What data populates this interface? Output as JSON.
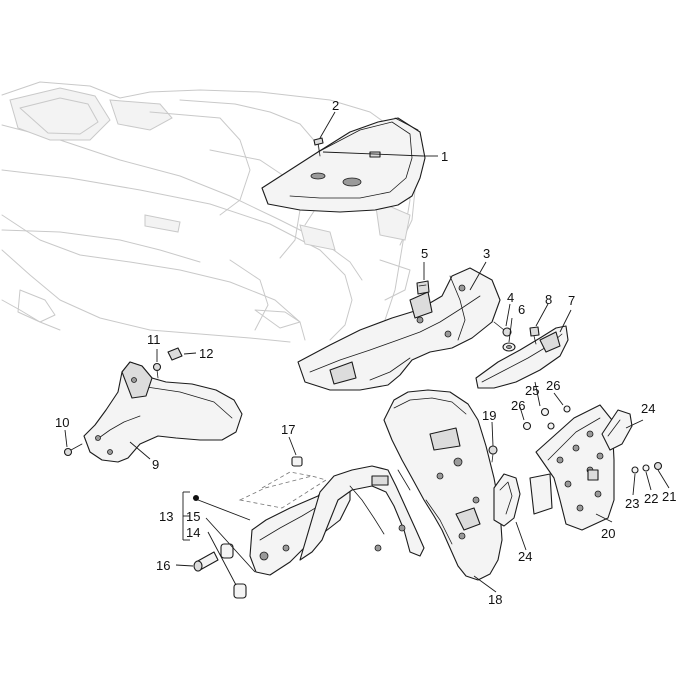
{
  "labels": {
    "p1": "1",
    "p2": "2",
    "p3": "3",
    "p4": "4",
    "p5": "5",
    "p6": "6",
    "p7": "7",
    "p8": "8",
    "p9": "9",
    "p10": "10",
    "p11": "11",
    "p12": "12",
    "p13": "13",
    "p14": "14",
    "p15": "15",
    "p16": "16",
    "p17": "17",
    "p18": "18",
    "p19": "19",
    "p20": "20",
    "p21": "21",
    "p22": "22",
    "p23": "23",
    "p24a": "24",
    "p24b": "24",
    "p25": "25",
    "p26a": "26",
    "p26b": "26"
  }
}
